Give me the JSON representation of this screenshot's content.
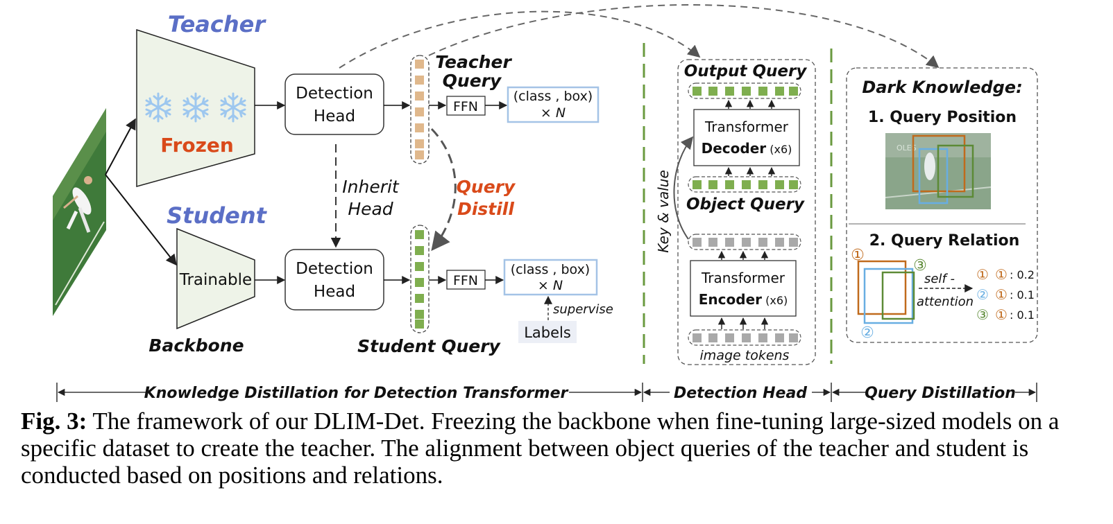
{
  "colors": {
    "teacher_blue": "#5b6fc6",
    "distill_red": "#d94a1a",
    "teacher_query_tan": "#e0b88c",
    "student_query_green": "#7fae4f",
    "token_gray": "#a9a9a9",
    "panel_green": "#eef3e8",
    "divider_green": "#6a9a3f",
    "box_outline_blue": "#a4c3e6",
    "label_bg": "#eceff6",
    "rel_orange": "#c06a1c",
    "rel_blue": "#68aee2",
    "rel_green": "#5c8a36"
  },
  "icons": [
    "snowflake-icon",
    "tennis-image",
    "crop-image"
  ],
  "left": {
    "teacher_title": "Teacher",
    "frozen_label": "Frozen",
    "student_title": "Student",
    "trainable_label": "Trainable",
    "backbone_label": "Backbone",
    "teacher_head": [
      "Detection",
      "Head"
    ],
    "student_head": [
      "Detection",
      "Head"
    ],
    "inherit_label": [
      "Inherit",
      "Head"
    ],
    "query_distill_label": [
      "Query",
      "Distill"
    ],
    "teacher_query_label": [
      "Teacher",
      "Query"
    ],
    "student_query_label": "Student Query",
    "ffn_label": "FFN",
    "output_box_line1": "(class , box)",
    "output_box_line2_prefix": "× ",
    "output_box_line2_n": "N",
    "supervise_label": "supervise",
    "labels_box": "Labels"
  },
  "middle": {
    "output_query": "Output Query",
    "decoder_line1": "Transformer",
    "decoder_line2_bold": "Decoder",
    "decoder_line2_suffix": " (x6)",
    "object_query": "Object Query",
    "key_value": "Key & value",
    "encoder_line1": "Transformer",
    "encoder_line2_bold": "Encoder",
    "encoder_line2_suffix": " (x6)",
    "image_tokens": "image tokens"
  },
  "right": {
    "dark_knowledge": "Dark Knowledge:",
    "query_position": "1. Query  Position",
    "crop_text": "OLES",
    "query_relation": "2. Query Relation",
    "self_attention": [
      "self -",
      "attention"
    ],
    "circled": [
      "①",
      "②",
      "③"
    ],
    "relations": [
      {
        "a": "①",
        "b": "①",
        "value": ": 0.2"
      },
      {
        "a": "②",
        "b": "①",
        "value": ": 0.1"
      },
      {
        "a": "③",
        "b": "①",
        "value": ": 0.1"
      }
    ]
  },
  "bottom": {
    "kd_span": "Knowledge Distillation for Detection Transformer",
    "head_span": "Detection Head",
    "qd_span": "Query Distillation"
  },
  "caption": {
    "label": "Fig. 3:",
    "text": " The framework of our DLIM-Det. Freezing the backbone when fine-tuning large-sized models on a specific dataset to create the teacher. The alignment between object queries of the teacher and student is conducted based on positions and relations."
  }
}
